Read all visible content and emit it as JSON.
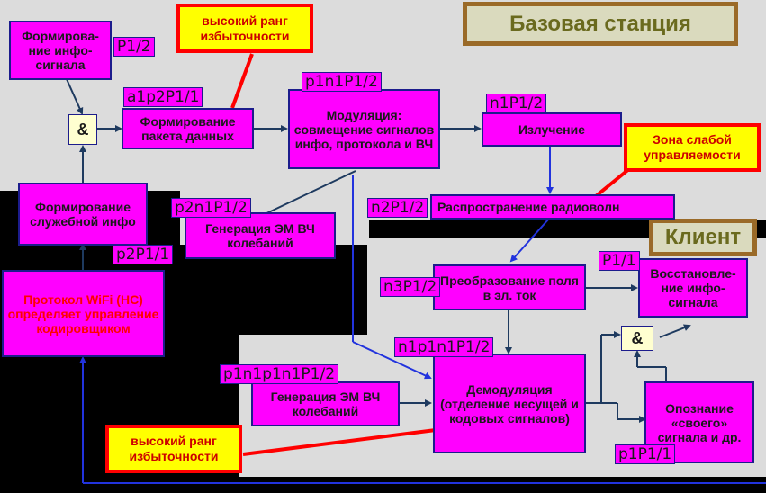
{
  "titles": {
    "base_station": "Базовая станция",
    "client": "Клиент"
  },
  "notes": {
    "high_redundancy_top": "высокий ранг избыточности",
    "weak_control_zone": "Зона слабой управляемости",
    "high_redundancy_bottom": "высокий ранг избыточности"
  },
  "blocks": {
    "info_signal_forming": "Формирова-ние инфо-сигнала",
    "packet_forming": "Формирование пакета данных",
    "modulation": "Модуляция: совмещение сигналов инфо, протокола и ВЧ",
    "emission": "Излучение",
    "service_info_forming": "Формирование служебной инфо",
    "em_hf_generation_top": "Генерация ЭМ ВЧ колебаний",
    "propagation": "Распространение радиоволн",
    "wifi_protocol": "Протокол WiFi (НС) определяет управление кодировщиком",
    "field_conversion": "Преобразование поля в эл. ток",
    "info_signal_restore": "Восстановле-ние инфо-сигнала",
    "em_hf_generation_bottom": "Генерация ЭМ ВЧ колебаний",
    "demodulation": "Демодуляция (отделение несущей и кодовых сигналов)",
    "recognition": "Опознание «своего» сигнала и др."
  },
  "operators": {
    "and_top": "&",
    "and_bottom": "&"
  },
  "labels": {
    "p_info": "P1/2",
    "a1p2P": "a1p2P1/1",
    "p1n1P": "p1n1P1/2",
    "n1P": "n1P1/2",
    "p2n1P": "p2n1P1/2",
    "n2P": "n2P1/2",
    "p2P": "p2P1/1",
    "P_restore": "P1/1",
    "n3P": "n3P1/2",
    "n1p1n1P": "n1p1n1P1/2",
    "p1n1p1n1P": "p1n1p1n1P1/2",
    "p1P": "p1P1/1"
  },
  "colors": {
    "background": "#000000",
    "panel": "#dcdcdc",
    "block_fill": "#ff00ff",
    "block_border": "#1c1c8c",
    "note_fill": "#ffff00",
    "note_border": "#ff0000",
    "wire_dark": "#1e3a5f",
    "wire_blue": "#2233dd",
    "wire_red": "#ff0000"
  }
}
